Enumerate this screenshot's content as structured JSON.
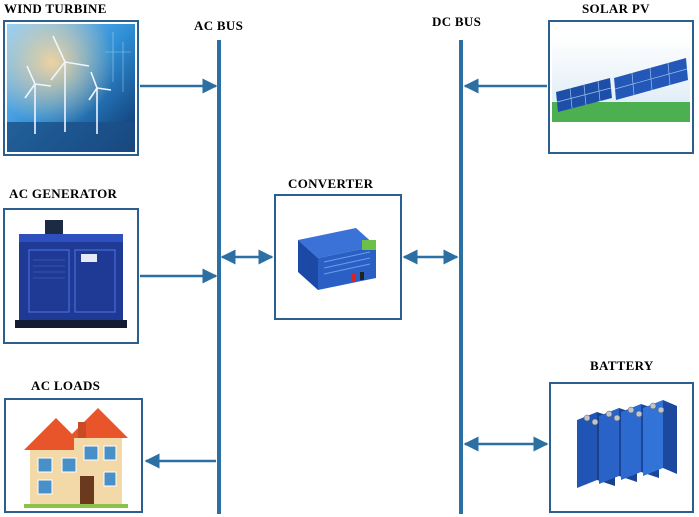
{
  "diagram": {
    "wind_turbine_label": "WIND TURBINE",
    "ac_generator_label": "AC GENERATOR",
    "ac_loads_label": "AC LOADS",
    "ac_bus_label": "AC BUS",
    "converter_label": "CONVERTER",
    "dc_bus_label": "DC BUS",
    "solar_pv_label": "SOLAR PV",
    "battery_label": "BATTERY",
    "colors": {
      "line": "#2b6fa3",
      "box_border": "#2b5f8f"
    }
  }
}
